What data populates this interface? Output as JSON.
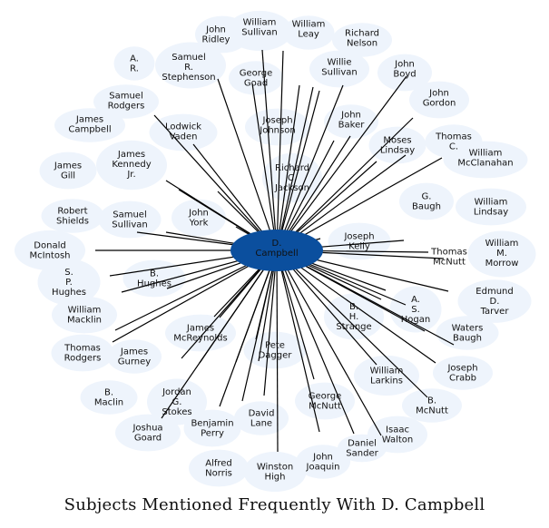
{
  "caption": "Subjects Mentioned Frequently With D. Campbell",
  "colors": {
    "center_fill": "#0b4f9e",
    "blob_fill": "#eef4fc",
    "edge": "#000000",
    "label": "#111111"
  },
  "center": {
    "label": [
      "D.",
      "Campbell"
    ]
  },
  "nodes": [
    {
      "id": "william-sullivan-top",
      "label": [
        "William",
        "Sullivan"
      ]
    },
    {
      "id": "john-ridley",
      "label": [
        "John",
        "Ridley"
      ]
    },
    {
      "id": "william-leay",
      "label": [
        "William",
        "Leay"
      ]
    },
    {
      "id": "richard-nelson",
      "label": [
        "Richard",
        "Nelson"
      ]
    },
    {
      "id": "a-r",
      "label": [
        "A.",
        "R."
      ]
    },
    {
      "id": "samuel-r-stephenson",
      "label": [
        "Samuel",
        "R.",
        "Stephenson"
      ]
    },
    {
      "id": "george-goad",
      "label": [
        "George",
        "Goad"
      ]
    },
    {
      "id": "willie-sullivan",
      "label": [
        "Willie",
        "Sullivan"
      ]
    },
    {
      "id": "john-boyd",
      "label": [
        "John",
        "Boyd"
      ]
    },
    {
      "id": "samuel-rodgers",
      "label": [
        "Samuel",
        "Rodgers"
      ]
    },
    {
      "id": "john-gordon",
      "label": [
        "John",
        "Gordon"
      ]
    },
    {
      "id": "james-campbell",
      "label": [
        "James",
        "Campbell"
      ]
    },
    {
      "id": "lodwick-vaden",
      "label": [
        "Lodwick",
        "Vaden"
      ]
    },
    {
      "id": "joseph-johnson",
      "label": [
        "Joseph",
        "Johnson"
      ]
    },
    {
      "id": "john-baker",
      "label": [
        "John",
        "Baker"
      ]
    },
    {
      "id": "moses-lindsay",
      "label": [
        "Moses",
        "Lindsay"
      ]
    },
    {
      "id": "thomas-c",
      "label": [
        "Thomas",
        "C."
      ]
    },
    {
      "id": "william-mcclanahan",
      "label": [
        "William",
        "McClanahan"
      ]
    },
    {
      "id": "james-gill",
      "label": [
        "James",
        "Gill"
      ]
    },
    {
      "id": "james-kennedy-jr",
      "label": [
        "James",
        "Kennedy",
        "Jr."
      ]
    },
    {
      "id": "richard-c-jackson",
      "label": [
        "Richard",
        "C.",
        "Jackson"
      ]
    },
    {
      "id": "g-baugh",
      "label": [
        "G.",
        "Baugh"
      ]
    },
    {
      "id": "william-lindsay",
      "label": [
        "William",
        "Lindsay"
      ]
    },
    {
      "id": "robert-shields",
      "label": [
        "Robert",
        "Shields"
      ]
    },
    {
      "id": "samuel-sullivan",
      "label": [
        "Samuel",
        "Sullivan"
      ]
    },
    {
      "id": "john-york",
      "label": [
        "John",
        "York"
      ]
    },
    {
      "id": "joseph-kelly",
      "label": [
        "Joseph",
        "Kelly"
      ]
    },
    {
      "id": "donald-mcintosh",
      "label": [
        "Donald",
        "McIntosh"
      ]
    },
    {
      "id": "thomas-mcnutt",
      "label": [
        "Thomas",
        "McNutt"
      ]
    },
    {
      "id": "william-m-morrow",
      "label": [
        "William",
        "M.",
        "Morrow"
      ]
    },
    {
      "id": "s-p-hughes",
      "label": [
        "S.",
        "P.",
        "Hughes"
      ]
    },
    {
      "id": "b-hughes",
      "label": [
        "B.",
        "Hughes"
      ]
    },
    {
      "id": "edmund-d-tarver",
      "label": [
        "Edmund",
        "D.",
        "Tarver"
      ]
    },
    {
      "id": "a-s-hogan",
      "label": [
        "A.",
        "S.",
        "Hogan"
      ]
    },
    {
      "id": "william-macklin",
      "label": [
        "William",
        "Macklin"
      ]
    },
    {
      "id": "b-h-strange",
      "label": [
        "B.",
        "H.",
        "Strange"
      ]
    },
    {
      "id": "james-mcreynolds",
      "label": [
        "James",
        "McReynolds"
      ]
    },
    {
      "id": "waters-baugh",
      "label": [
        "Waters",
        "Baugh"
      ]
    },
    {
      "id": "thomas-rodgers",
      "label": [
        "Thomas",
        "Rodgers"
      ]
    },
    {
      "id": "james-gurney",
      "label": [
        "James",
        "Gurney"
      ]
    },
    {
      "id": "pete-dagger",
      "label": [
        "Pete",
        "Dagger"
      ]
    },
    {
      "id": "joseph-crabb",
      "label": [
        "Joseph",
        "Crabb"
      ]
    },
    {
      "id": "william-larkins",
      "label": [
        "William",
        "Larkins"
      ]
    },
    {
      "id": "b-maclin",
      "label": [
        "B.",
        "Maclin"
      ]
    },
    {
      "id": "jordan-g-stokes",
      "label": [
        "Jordan",
        "G.",
        "Stokes"
      ]
    },
    {
      "id": "george-mcnutt",
      "label": [
        "George",
        "McNutt"
      ]
    },
    {
      "id": "b-mcnutt",
      "label": [
        "B.",
        "McNutt"
      ]
    },
    {
      "id": "joshua-goard",
      "label": [
        "Joshua",
        "Goard"
      ]
    },
    {
      "id": "benjamin-perry",
      "label": [
        "Benjamin",
        "Perry"
      ]
    },
    {
      "id": "david-lane",
      "label": [
        "David",
        "Lane"
      ]
    },
    {
      "id": "isaac-walton",
      "label": [
        "Isaac",
        "Walton"
      ]
    },
    {
      "id": "daniel-sander",
      "label": [
        "Daniel",
        "Sander"
      ]
    },
    {
      "id": "alfred-norris",
      "label": [
        "Alfred",
        "Norris"
      ]
    },
    {
      "id": "winston-high",
      "label": [
        "Winston",
        "High"
      ]
    },
    {
      "id": "john-joaquin",
      "label": [
        "John",
        "Joaquin"
      ]
    }
  ]
}
